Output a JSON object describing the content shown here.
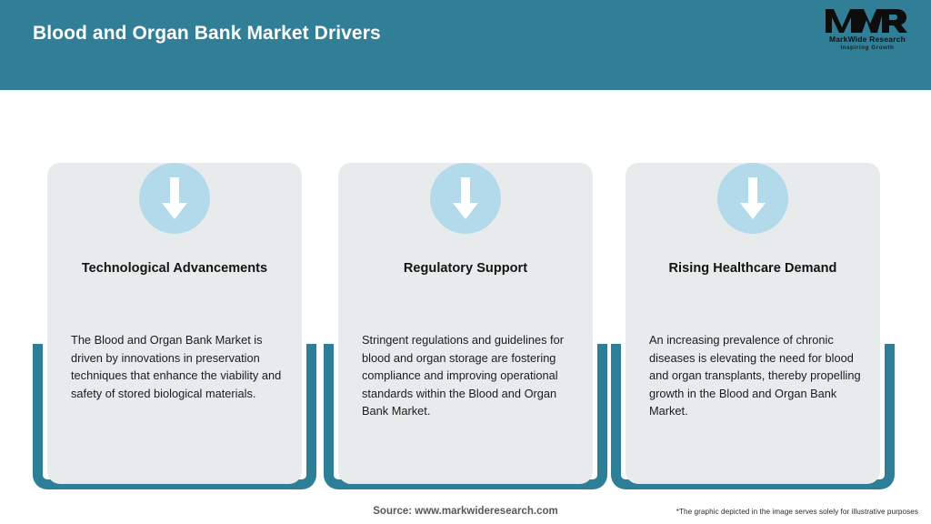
{
  "header": {
    "title": "Blood and Organ Bank Market Drivers",
    "background_color": "#317f97",
    "logo": {
      "mark": "MWR",
      "name": "MarkWide Research",
      "tagline": "Inspiring Growth"
    }
  },
  "cards": [
    {
      "icon": "down-arrow-icon",
      "title": "Technological Advancements",
      "body": "The Blood and Organ Bank Market is driven by innovations in preservation techniques that enhance the viability and safety of stored biological materials."
    },
    {
      "icon": "down-arrow-icon",
      "title": "Regulatory Support",
      "body": "Stringent regulations and guidelines for blood and organ storage are fostering compliance and improving operational standards within the Blood and Organ Bank Market."
    },
    {
      "icon": "down-arrow-icon",
      "title": "Rising Healthcare Demand",
      "body": "An increasing prevalence of chronic diseases is elevating the need for blood and organ transplants, thereby propelling growth in the Blood and Organ Bank Market."
    }
  ],
  "footer": {
    "source": "Source: www.markwideresearch.com",
    "disclaimer": "*The graphic depicted in the image serves solely for illustrative purposes"
  },
  "colors": {
    "accent_teal": "#2d7f98",
    "header_teal": "#317f97",
    "card_gray": "#e8ebec",
    "icon_blue": "#b3daea"
  }
}
